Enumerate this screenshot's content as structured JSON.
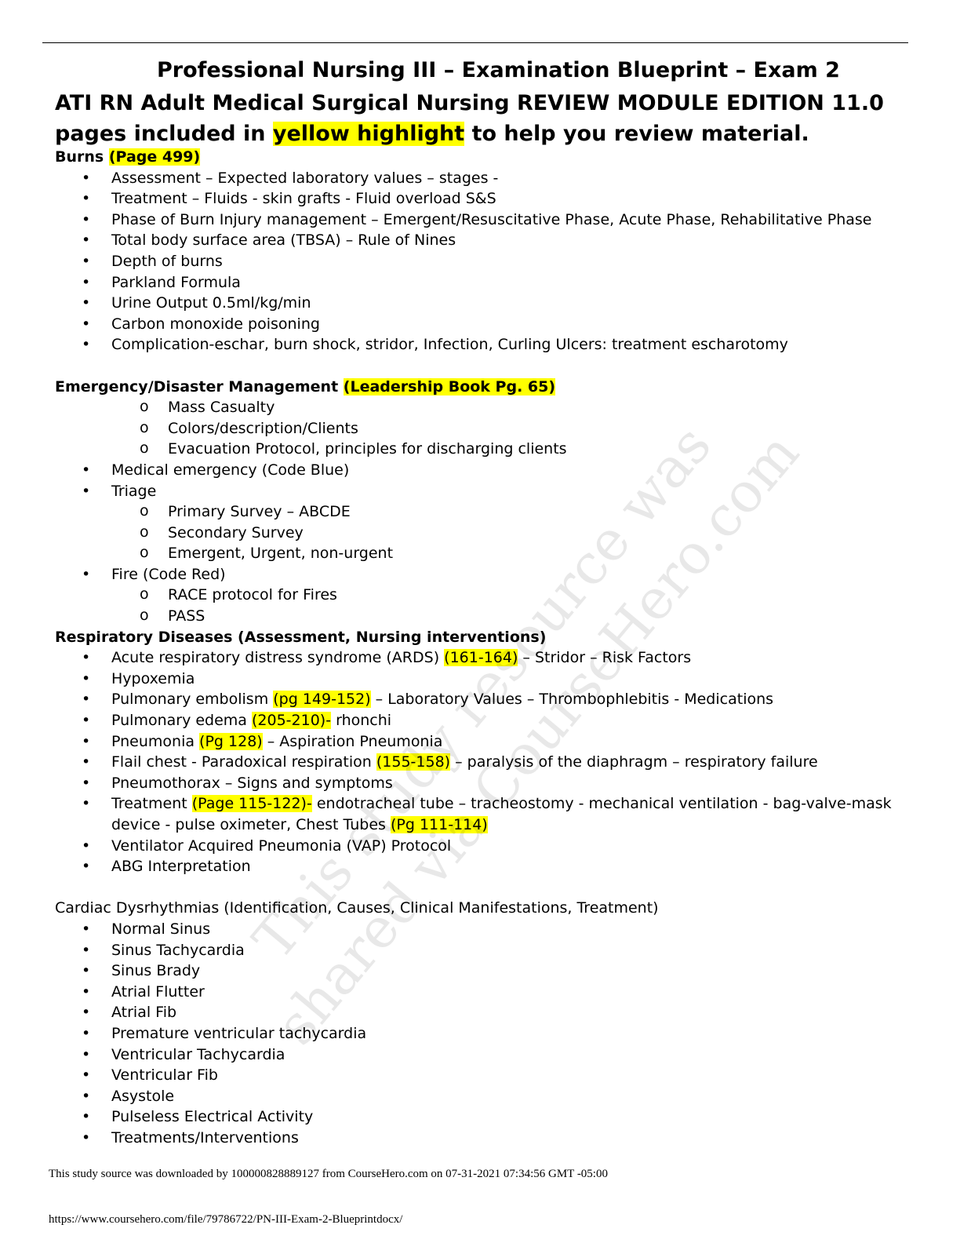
{
  "document": {
    "title": "Professional Nursing III – Examination Blueprint – Exam 2",
    "subtitle_part1": "ATI RN Adult Medical Surgical Nursing REVIEW MODULE EDITION 11.0 pages included in ",
    "subtitle_highlight": "yellow highlight",
    "subtitle_part2": " to help you review material."
  },
  "burns": {
    "heading": "Burns ",
    "ref": "(Page 499)",
    "items": [
      "Assessment – Expected laboratory values – stages -",
      "Treatment – Fluids - skin grafts - Fluid overload S&S",
      "Phase of Burn Injury management – Emergent/Resuscitative Phase, Acute Phase, Rehabilitative Phase",
      "Total body surface area (TBSA) – Rule of Nines",
      "Depth of burns",
      "Parkland Formula",
      "Urine Output 0.5ml/kg/min",
      "Carbon monoxide poisoning",
      "Complication-eschar, burn shock, stridor, Infection, Curling Ulcers: treatment escharotomy"
    ]
  },
  "emergency": {
    "heading": "Emergency/Disaster Management ",
    "ref": "(Leadership Book Pg. 65)",
    "sub_items": [
      "Mass Casualty",
      "Colors/description/Clients",
      "Evacuation Protocol, principles for discharging clients"
    ],
    "medical": "Medical emergency (Code Blue)",
    "triage": "Triage",
    "triage_items": [
      "Primary Survey – ABCDE",
      "Secondary Survey",
      "Emergent, Urgent, non-urgent"
    ],
    "fire": "Fire (Code Red)",
    "fire_items": [
      "RACE protocol for Fires",
      "PASS"
    ]
  },
  "respiratory": {
    "heading": "Respiratory Diseases (Assessment, Nursing interventions)",
    "ards": {
      "pre": "Acute respiratory distress syndrome (ARDS) ",
      "hl": "(161-164)",
      "post": " – Stridor – Risk Factors"
    },
    "hypoxemia": "Hypoxemia",
    "pe": {
      "pre": "Pulmonary embolism ",
      "hl": "(pg 149-152)",
      "post": " – Laboratory Values – Thrombophlebitis - Medications"
    },
    "edema": {
      "pre": "Pulmonary edema ",
      "hl": "(205-210)-",
      "post": " rhonchi"
    },
    "pneumonia": {
      "pre": "Pneumonia ",
      "hl": "(Pg 128)",
      "post": " – Aspiration Pneumonia"
    },
    "flail": {
      "pre": "Flail chest - Paradoxical respiration ",
      "hl": "(155-158)",
      "post": " – paralysis of the diaphragm – respiratory failure"
    },
    "pneumothorax": "Pneumothorax – Signs and symptoms",
    "treatment": {
      "pre": "Treatment ",
      "hl": "(Page 115-122)-",
      "post": " endotracheal tube – tracheostomy - mechanical ventilation - bag-valve-mask device - pulse oximeter, Chest Tubes ",
      "hl2": "(Pg 111-114)"
    },
    "vap": "Ventilator Acquired Pneumonia (VAP) Protocol",
    "abg": "ABG Interpretation"
  },
  "cardiac": {
    "heading": "Cardiac Dysrhythmias (Identification, Causes, Clinical Manifestations, Treatment)",
    "items": [
      "Normal Sinus",
      "Sinus Tachycardia",
      "Sinus Brady",
      "Atrial Flutter",
      "Atrial Fib",
      "Premature ventricular tachycardia",
      "Ventricular Tachycardia",
      "Ventricular Fib",
      "Asystole",
      "Pulseless Electrical Activity",
      "Treatments/Interventions"
    ]
  },
  "watermark": {
    "line1": "This study resource was",
    "line2": "shared via CourseHero.com"
  },
  "footer": {
    "download_note": "This study source was downloaded by 100000828889127 from CourseHero.com on 07-31-2021 07:34:56 GMT -05:00",
    "url": "https://www.coursehero.com/file/79786722/PN-III-Exam-2-Blueprintdocx/"
  }
}
